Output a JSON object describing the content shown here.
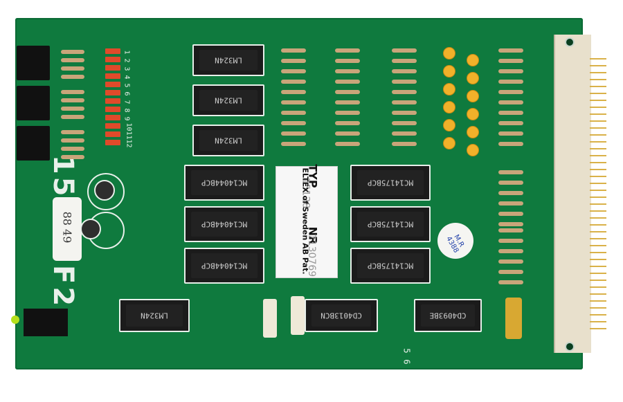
{
  "board": {
    "part_number": "15128F2",
    "handwritten_sticker": "88 49",
    "handwritten_sticker_2": "M.R 4388",
    "label": {
      "typ_header": "TYP",
      "nr_header": "NR",
      "typ_value": "15128",
      "nr_value": "7130769",
      "company": "ELTEX of Sweden AB Pat."
    }
  },
  "chips_top": [
    {
      "id": "lm324n-1",
      "text": "LM324N"
    },
    {
      "id": "lm324n-2",
      "text": "LM324N"
    },
    {
      "id": "lm324n-3",
      "text": "LM324N"
    }
  ],
  "chips_mid_left": [
    {
      "id": "mc14044bcp-1",
      "text": "MC14044BCP"
    },
    {
      "id": "mc14044bcp-2",
      "text": "MC14044BCP"
    },
    {
      "id": "mc14044bcp-3",
      "text": "MC14044BCP"
    }
  ],
  "chips_mid_right": [
    {
      "id": "mc14175bcp-1",
      "text": "MC14175BCP"
    },
    {
      "id": "mc14175bcp-2",
      "text": "MC14175BCP"
    },
    {
      "id": "mc14175bcp-3",
      "text": "MC14175BCP"
    }
  ],
  "chips_bottom": [
    {
      "id": "lm324n-4",
      "text": "LM324N"
    },
    {
      "id": "cd4013bcn",
      "text": "CD4013BCN"
    },
    {
      "id": "cd4093be",
      "text": "CD4093BE"
    }
  ],
  "numbers": [
    "1",
    "2",
    "3",
    "4",
    "5",
    "6",
    "7",
    "8",
    "9",
    "10",
    "11",
    "12"
  ],
  "bottom_numbers": [
    "5",
    "6"
  ],
  "colors": {
    "pcb_green": "#0f7a3e",
    "silkscreen": "#e8f0ea",
    "cap_yellow": "#f1b12a"
  }
}
